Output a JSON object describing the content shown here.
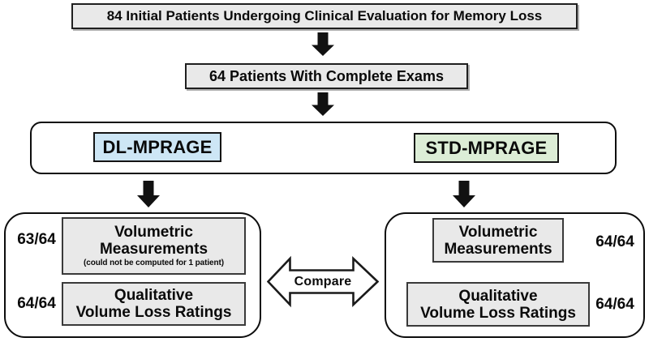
{
  "diagram": {
    "step1_label": "84 Initial Patients Undergoing Clinical Evaluation for Memory Loss",
    "step2_label": "64 Patients With Complete Exams",
    "sequences": {
      "dl_label": "DL-MPRAGE",
      "std_label": "STD-MPRAGE"
    },
    "dl_branch": {
      "volumetric_count": "63/64",
      "volumetric_title_line1": "Volumetric",
      "volumetric_title_line2": "Measurements",
      "volumetric_note": "(could not be computed for 1 patient)",
      "qualitative_count": "64/64",
      "qualitative_title_line1": "Qualitative",
      "qualitative_title_line2": "Volume Loss Ratings"
    },
    "std_branch": {
      "volumetric_count": "64/64",
      "volumetric_title_line1": "Volumetric",
      "volumetric_title_line2": "Measurements",
      "qualitative_count": "64/64",
      "qualitative_title_line1": "Qualitative",
      "qualitative_title_line2": "Volume Loss Ratings"
    },
    "compare_label": "Compare",
    "icons": {
      "down_arrow": "black-block-down-arrow",
      "compare_arrow": "white-double-headed-horizontal-arrow"
    },
    "colors": {
      "gray_box_fill": "#e9e9e9",
      "dl_fill": "#cde6f5",
      "std_fill": "#dcedd6",
      "border": "#0d0d0d",
      "background": "#ffffff"
    }
  }
}
